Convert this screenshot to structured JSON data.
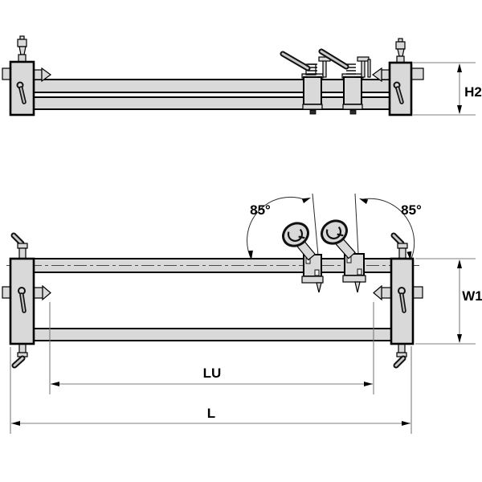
{
  "diagram": {
    "type": "technical-drawing",
    "views": {
      "front": {
        "dimension_labels": {
          "h2": "H2"
        }
      },
      "plan": {
        "dimension_labels": {
          "w1": "W1",
          "lu": "LU",
          "l": "L"
        },
        "angle_labels": {
          "left": "85°",
          "right": "85°"
        }
      }
    },
    "colors": {
      "background": "#ffffff",
      "part_fill": "#d9d9d9",
      "part_outline": "#000000",
      "dimension_line": "#7d7d7d",
      "arrow": "#000000",
      "label_text": "#000000"
    }
  }
}
